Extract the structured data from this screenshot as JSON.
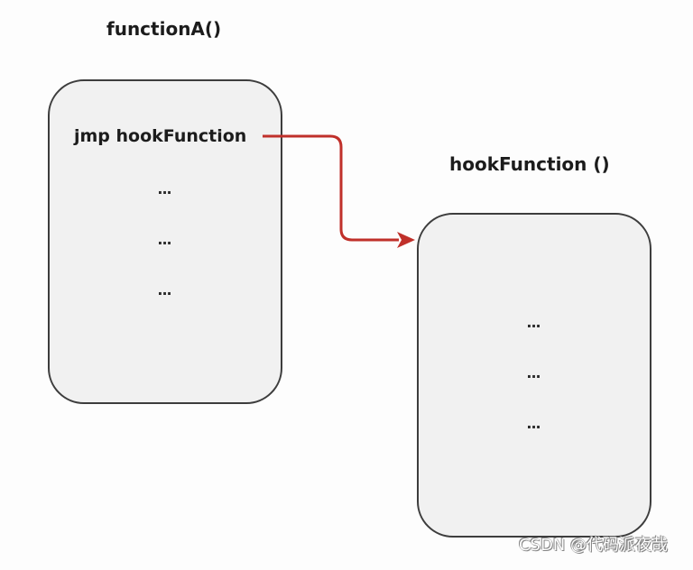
{
  "function_a": {
    "title": "functionA()",
    "instruction": "jmp hookFunction",
    "lines": [
      "...",
      "...",
      "..."
    ]
  },
  "hook_function": {
    "title": "hookFunction ()",
    "lines": [
      "...",
      "...",
      "..."
    ]
  },
  "arrow": {
    "color": "#c0302a"
  },
  "colors": {
    "box_fill": "#f1f1f1",
    "box_border": "#3d3d3d",
    "text": "#1c1c1c"
  },
  "watermark": "CSDN @代码派夜哉"
}
